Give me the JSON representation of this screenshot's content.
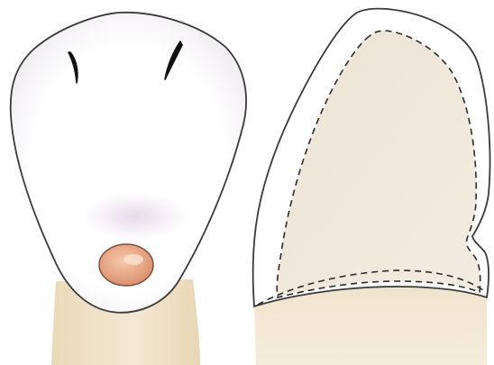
{
  "figure": {
    "panels": [
      {
        "id": "front-view",
        "labels": []
      },
      {
        "id": "side-view",
        "labels": []
      }
    ],
    "colors": {
      "background": "#ffffff",
      "enamel_fill": "#ffffff",
      "enamel_shadow": "#e9e2ea",
      "outline": "#3a3a3a",
      "root_fill": "#efe0c4",
      "core_fill": "#eee4d6",
      "cervical_mark": "#e3a887",
      "groove": "#111111"
    },
    "lines": {
      "preparation_outline": "dashed"
    },
    "icons": [
      "root-stump-shape",
      "crown-shape",
      "cervical-spot-shape",
      "groove-mark-shape",
      "core-shape"
    ]
  }
}
